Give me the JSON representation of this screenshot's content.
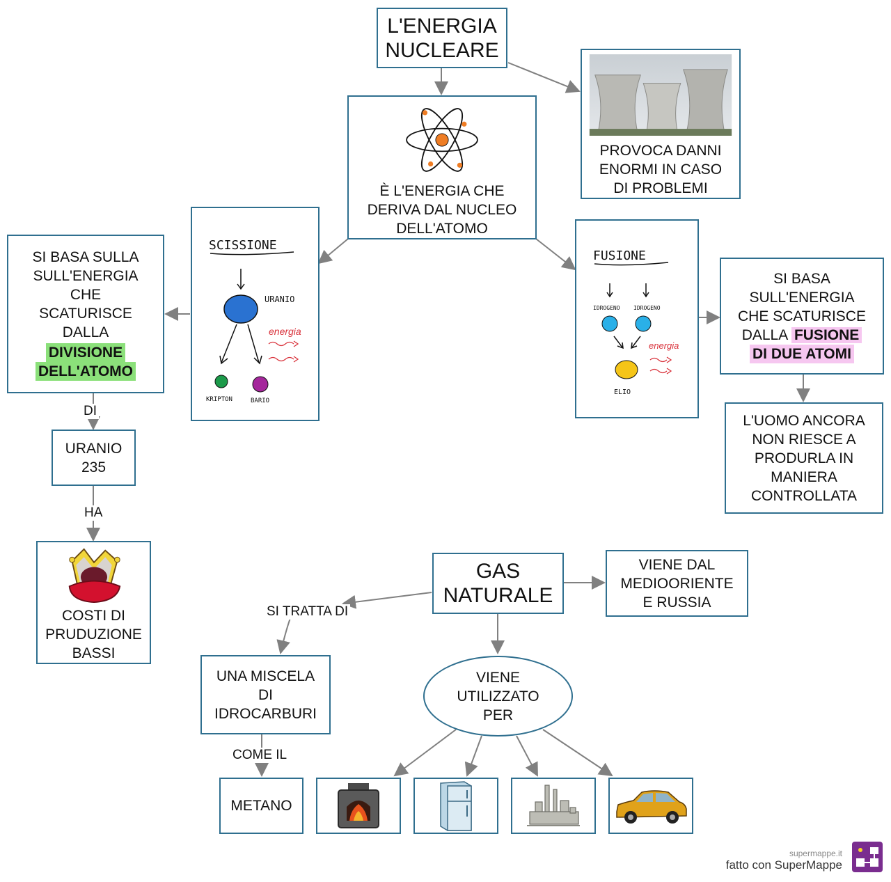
{
  "nodes": {
    "nucleare": {
      "line1": "L'ENERGIA",
      "line2": "NUCLEARE"
    },
    "definizione": {
      "line1": "È L'ENERGIA CHE",
      "line2": "DERIVA DAL NUCLEO",
      "line3": "DELL'ATOMO"
    },
    "danni": {
      "line1": "PROVOCA DANNI",
      "line2": "ENORMI IN CASO",
      "line3": "DI PROBLEMI"
    },
    "scissione_img": {
      "title": "SCISSIONE",
      "uranio": "URANIO",
      "energia": "energia",
      "kripton": "KRIPTON",
      "bario": "BARIO"
    },
    "fusione_img": {
      "title": "FUSIONE",
      "idrogeno1": "IDROGENO",
      "idrogeno2": "IDROGENO",
      "energia": "energia",
      "elio": "ELIO"
    },
    "scissione_desc": {
      "l1": "SI BASA SULLA",
      "l2": "SULL'ENERGIA",
      "l3": "CHE",
      "l4": "SCATURISCE",
      "l5": "DALLA",
      "hl1": "DIVISIONE",
      "hl2": "DELL'ATOMO"
    },
    "fusione_desc": {
      "l1": "SI BASA",
      "l2": "SULL'ENERGIA",
      "l3": "CHE SCATURISCE",
      "l4": "DALLA",
      "hl1": "FUSIONE",
      "hl2": "DI DUE ATOMI"
    },
    "uomo": {
      "l1": "L'UOMO ANCORA",
      "l2": "NON RIESCE A",
      "l3": "PRODURLA IN",
      "l4": "MANIERA",
      "l5": "CONTROLLATA"
    },
    "uranio": {
      "line1": "URANIO",
      "line2": "235"
    },
    "costi": {
      "line1": "COSTI DI",
      "line2": "PRUDUZIONE",
      "line3": "BASSI"
    },
    "gas": {
      "line1": "GAS",
      "line2": "NATURALE"
    },
    "provenienza": {
      "line1": "VIENE DAL",
      "line2": "MEDIOORIENTE",
      "line3": "E RUSSIA"
    },
    "miscela": {
      "line1": "UNA MISCELA",
      "line2": "DI",
      "line3": "IDROCARBURI"
    },
    "utilizzo": {
      "line1": "VIENE",
      "line2": "UTILIZZATO",
      "line3": "PER"
    },
    "metano": {
      "label": "METANO"
    }
  },
  "edge_labels": {
    "di": "DI",
    "ha": "HA",
    "si_tratta_di": "SI TRATTA DI",
    "come_il": "COME IL"
  },
  "icons": [
    "atom-icon",
    "cooling-towers-icon",
    "crown-icon",
    "stove-icon",
    "fridge-icon",
    "factory-icon",
    "car-icon"
  ],
  "credit": {
    "small": "supermappe.it",
    "big": "fatto con SuperMappe"
  },
  "colors": {
    "border": "#2f6f8f",
    "arrow": "#808080",
    "green_highlight": "#8be07a",
    "pink_highlight": "#f6c7f0"
  }
}
